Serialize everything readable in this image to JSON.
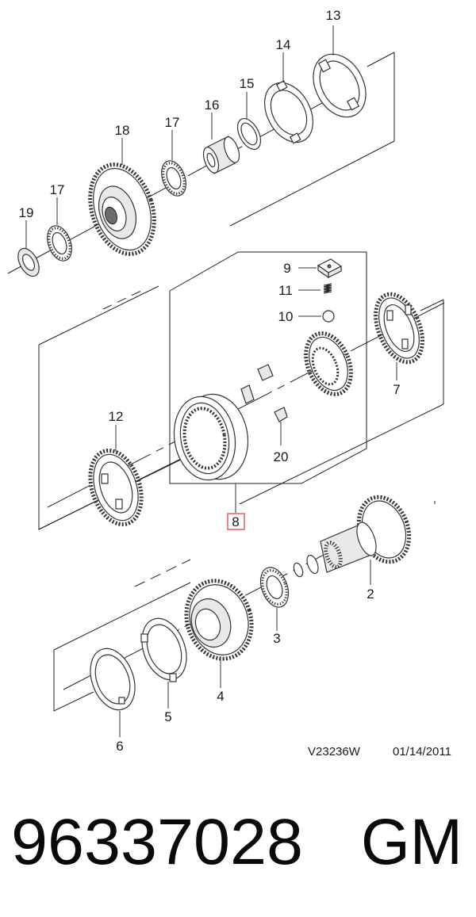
{
  "labels": {
    "c1": "13",
    "c2": "14",
    "c3": "15",
    "c4": "16",
    "c5": "17",
    "c6": "18",
    "c7": "17",
    "c8": "19",
    "c9": "9",
    "c10": "11",
    "c11": "10",
    "c12": "7",
    "c13": "12",
    "c14": "20",
    "c15": "8",
    "c16": "2",
    "c17": "3",
    "c18": "4",
    "c19": "5",
    "c20": "6"
  },
  "drawing_code": "V23236W",
  "drawing_date": "01/14/2011",
  "part_number": "96337028",
  "brand": "GM",
  "colors": {
    "highlight_box": "#e06060",
    "line": "#222222"
  }
}
